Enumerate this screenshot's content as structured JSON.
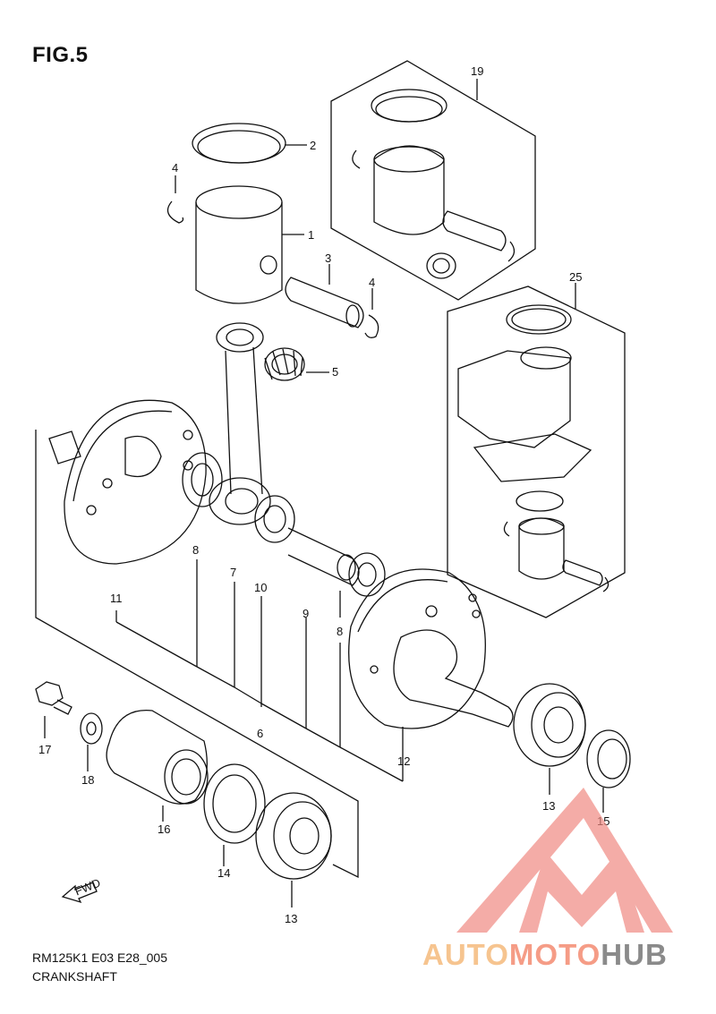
{
  "figure": {
    "title": "FIG.5",
    "code": "RM125K1 E03 E28_005",
    "name": "CRANKSHAFT"
  },
  "callouts": [
    "1",
    "2",
    "3",
    "4",
    "4",
    "5",
    "6",
    "7",
    "8",
    "8",
    "9",
    "10",
    "11",
    "12",
    "13",
    "13",
    "14",
    "15",
    "16",
    "17",
    "18",
    "19",
    "25"
  ],
  "fwd_label": "FWD",
  "watermark": {
    "part1": "AUTO",
    "part2": "MOTO",
    "part3": "HUB",
    "colors": {
      "part1": "#f6c48f",
      "part2": "#f59c86",
      "part3": "#8a8a8a",
      "mark": "#f08a82"
    }
  },
  "colors": {
    "line": "#111111",
    "background": "#ffffff"
  }
}
